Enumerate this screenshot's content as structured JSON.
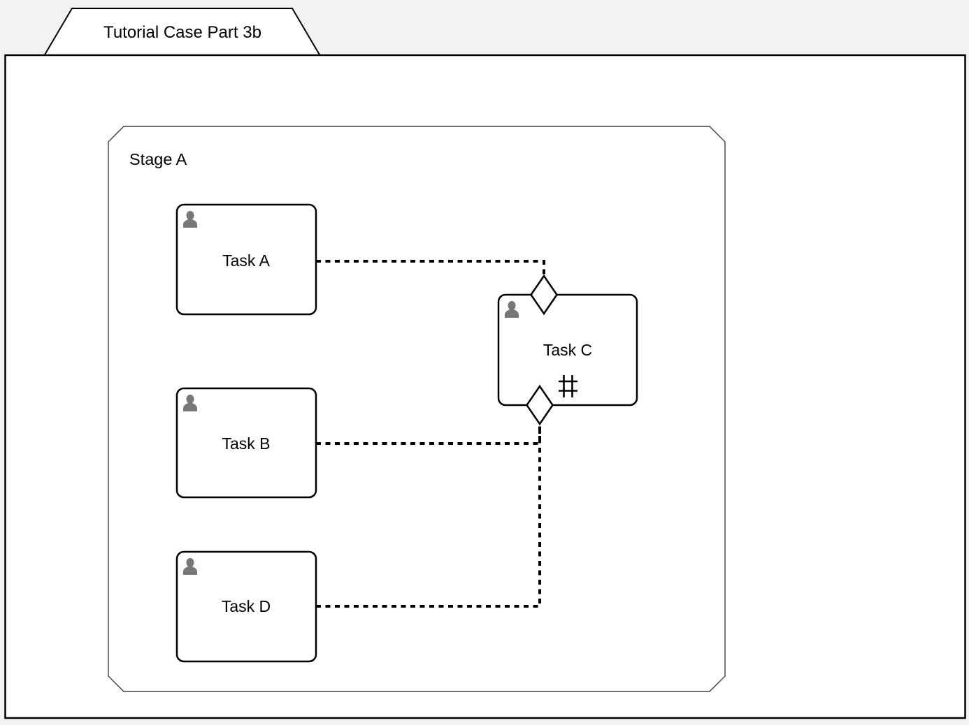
{
  "case_plan": {
    "title": "Tutorial Case Part 3b"
  },
  "stage": {
    "label": "Stage A"
  },
  "tasks": {
    "a": {
      "label": "Task A",
      "type_icon": "person-icon"
    },
    "b": {
      "label": "Task B",
      "type_icon": "person-icon"
    },
    "c": {
      "label": "Task C",
      "type_icon": "person-icon",
      "repetition_marker": "#"
    },
    "d": {
      "label": "Task D",
      "type_icon": "person-icon"
    }
  },
  "connectors": [
    {
      "from": "Task A",
      "to": "Task C entry sentry (top)",
      "style": "dotted"
    },
    {
      "from": "Task B",
      "to": "Task C entry sentry (bottom)",
      "style": "dotted"
    },
    {
      "from": "Task D",
      "to": "Task C entry sentry (bottom)",
      "style": "dotted"
    }
  ],
  "colors": {
    "canvas_bg": "#f2f3f1",
    "shape_fill": "#ffffff",
    "shape_stroke": "#000000",
    "stage_stroke": "#3f3f3f",
    "person_icon": "#777777",
    "connector": "#000000"
  }
}
